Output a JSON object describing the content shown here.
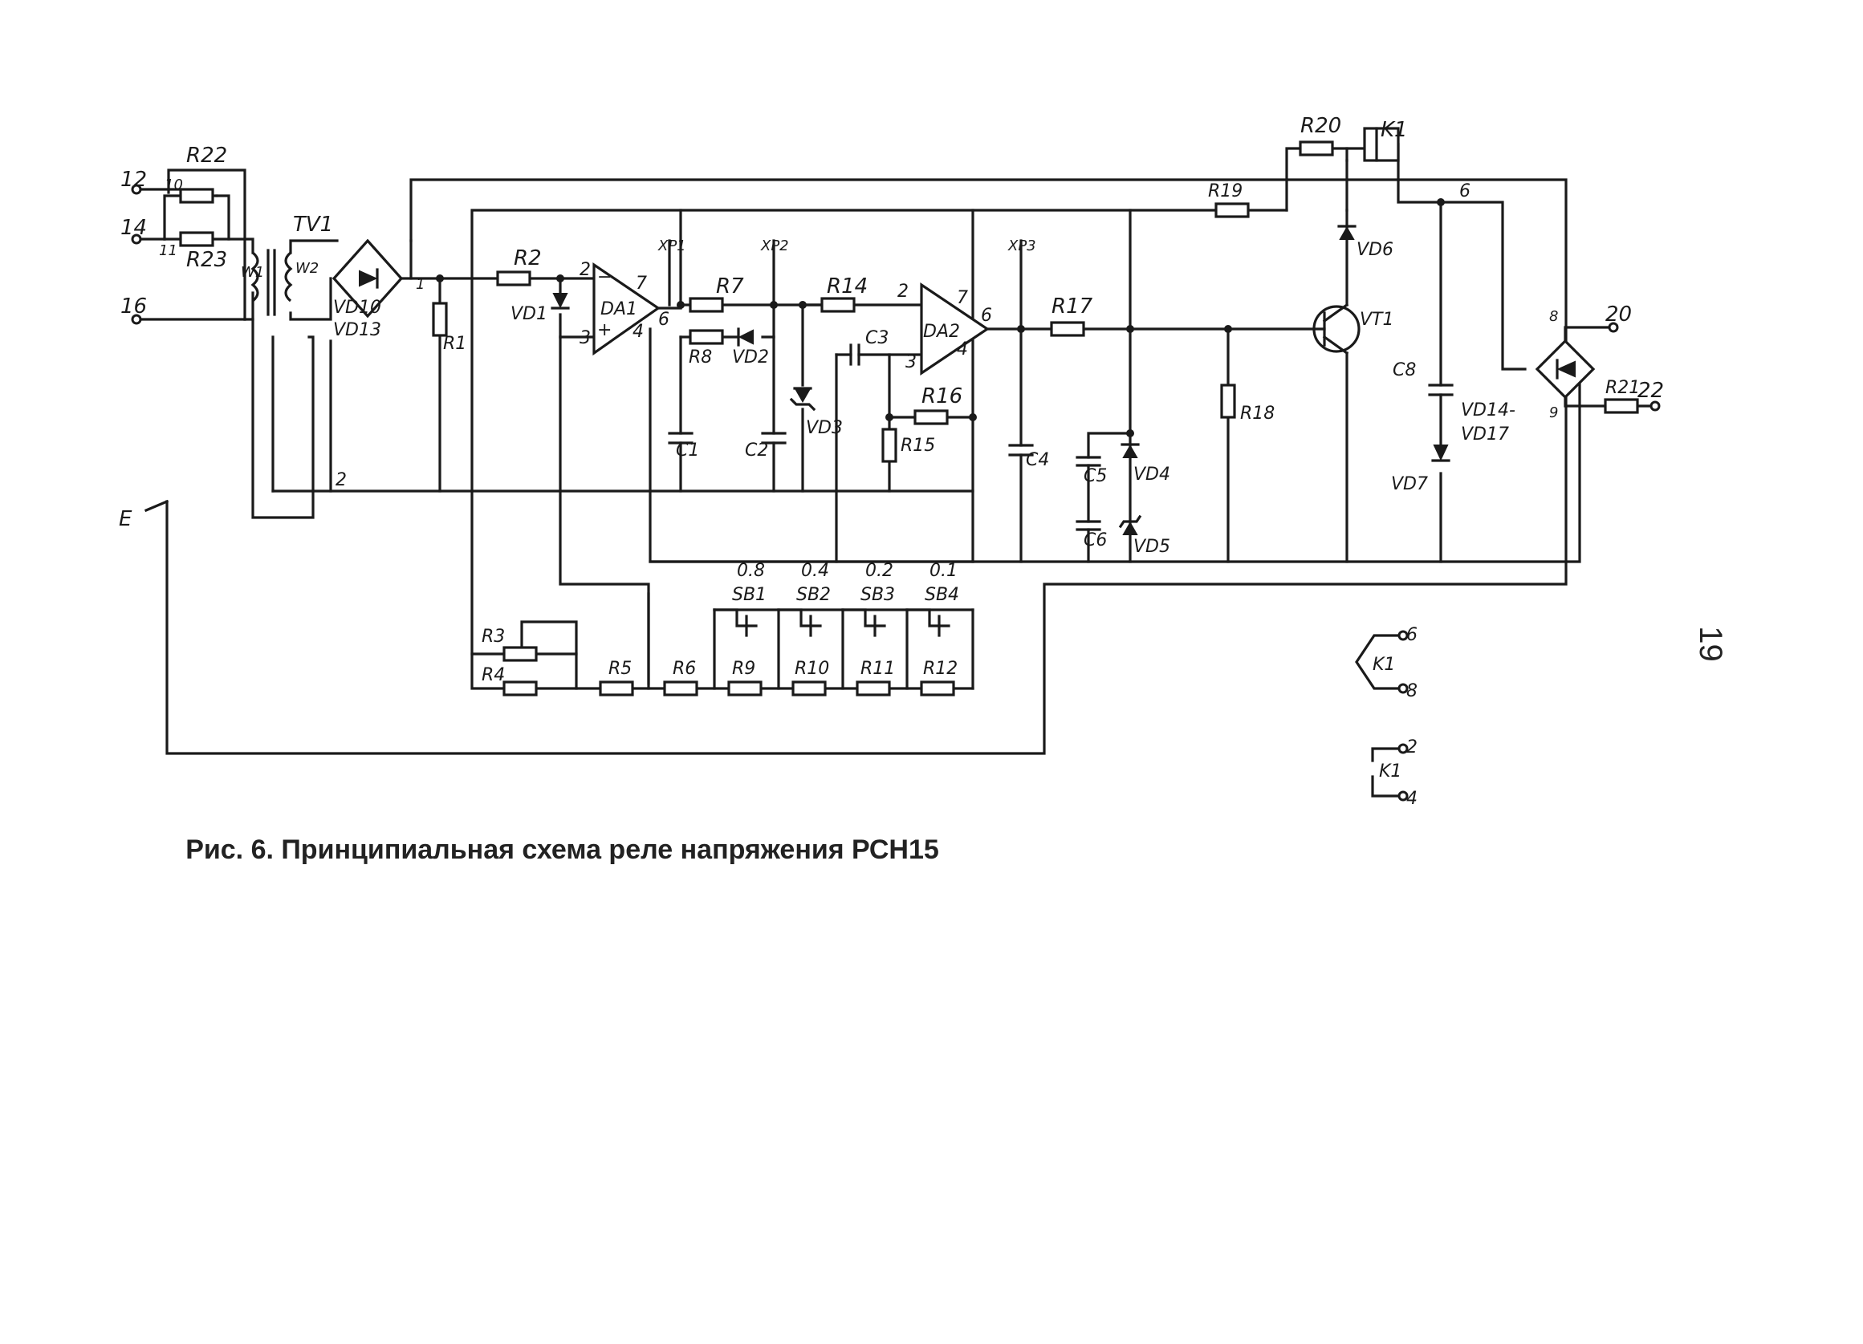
{
  "caption": "Рис. 6. Принципиальная схема реле напряжения РСН15",
  "page_number": "19",
  "terminals": {
    "t12": "12",
    "t14": "14",
    "t16": "16",
    "t20": "20",
    "t22": "22",
    "k1_6": "6",
    "k1_8": "8",
    "k1_2": "2",
    "k1_4": "4"
  },
  "nodes": {
    "n1": "1",
    "n2": "2",
    "n6": "6",
    "n8": "8",
    "n9": "9",
    "n10": "10",
    "n11": "11",
    "e": "E"
  },
  "components": {
    "R22": "R22",
    "R23": "R23",
    "TV1": "TV1",
    "W1": "W1",
    "W2": "W2",
    "VD10": "VD10",
    "VD13": "VD13",
    "R1": "R1",
    "R2": "R2",
    "VD1": "VD1",
    "DA1": "DA1",
    "R7": "R7",
    "R8": "R8",
    "VD2": "VD2",
    "XP1": "XP1",
    "XP2": "XP2",
    "XP3": "XP3",
    "R14": "R14",
    "C3": "C3",
    "DA2": "DA2",
    "R16": "R16",
    "R15": "R15",
    "C1": "C1",
    "C2": "C2",
    "VD3": "VD3",
    "C4": "C4",
    "R17": "R17",
    "C5": "C5",
    "C6": "C6",
    "VD4": "VD4",
    "VD5": "VD5",
    "R18": "R18",
    "R19": "R19",
    "R20": "R20",
    "K1": "K1",
    "VD6": "VD6",
    "VT1": "VT1",
    "C8": "C8",
    "VD7": "VD7",
    "VD14": "VD14-",
    "VD17": "VD17",
    "R21": "R21",
    "R3": "R3",
    "R4": "R4",
    "R5": "R5",
    "R6": "R6",
    "R9": "R9",
    "R10": "R10",
    "R11": "R11",
    "R12": "R12",
    "SB1": "SB1",
    "SB2": "SB2",
    "SB3": "SB3",
    "SB4": "SB4"
  },
  "switch_values": {
    "sb1": "0.8",
    "sb2": "0.4",
    "sb3": "0.2",
    "sb4": "0.1"
  },
  "opamp_pins": {
    "p2": "2",
    "p3": "3",
    "p4": "4",
    "p6": "6",
    "p7": "7",
    "minus": "−",
    "plus": "+"
  }
}
